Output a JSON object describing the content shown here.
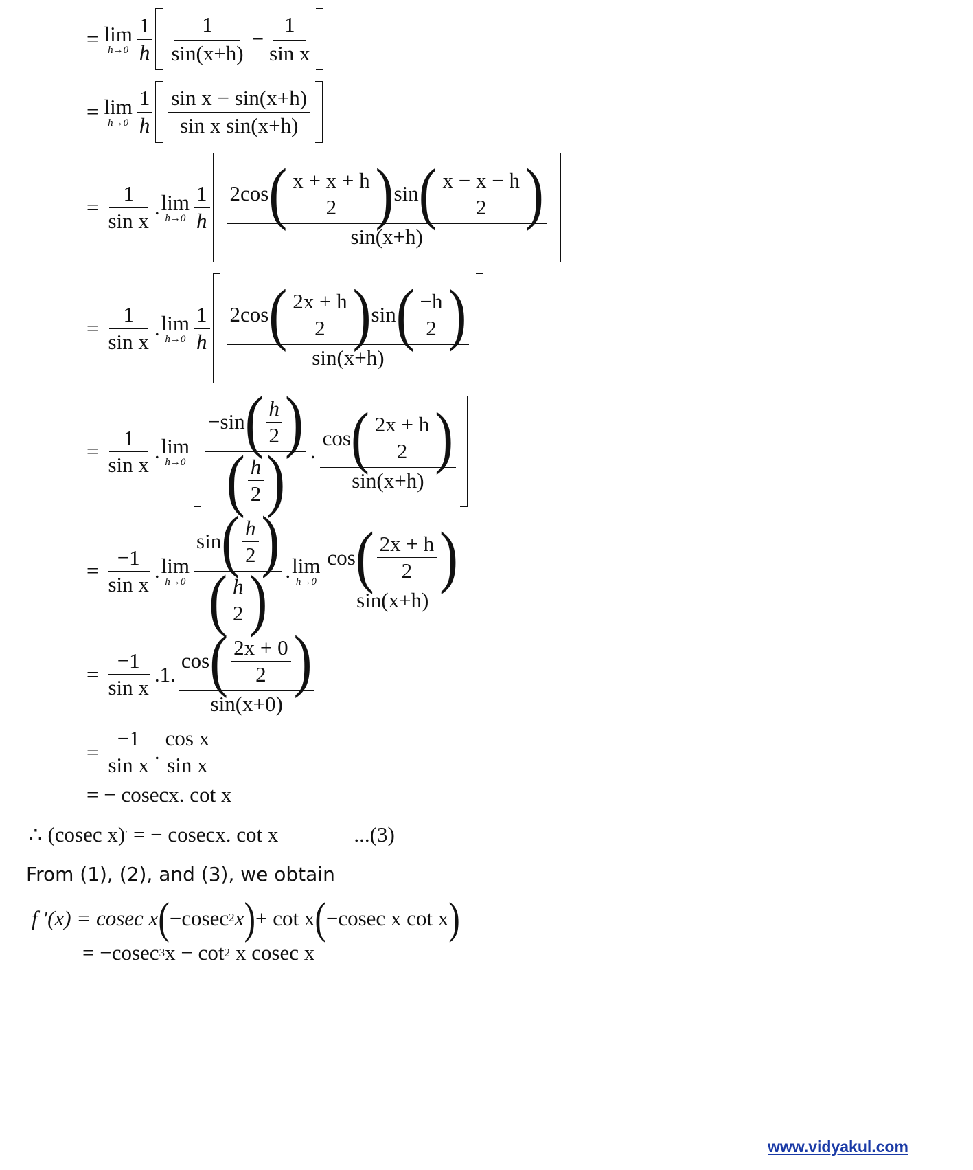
{
  "steps": {
    "s1": {
      "lim": "lim",
      "limsub": "h→0",
      "one": "1",
      "h": "h",
      "n1": "1",
      "d1": "sin(x+h)",
      "minus": "−",
      "n2": "1",
      "d2": "sin x"
    },
    "s2": {
      "lim": "lim",
      "limsub": "h→0",
      "one": "1",
      "h": "h",
      "num": "sin x − sin(x+h)",
      "den": "sin x sin(x+h)"
    },
    "s3": {
      "coef_n": "1",
      "coef_d": "sin x",
      "lim": "lim",
      "limsub": "h→0",
      "one": "1",
      "h": "h",
      "cos": "2cos",
      "a_n": "x + x + h",
      "a_d": "2",
      "sin": "sin",
      "b_n": "x − x − h",
      "b_d": "2",
      "den": "sin(x+h)"
    },
    "s4": {
      "coef_n": "1",
      "coef_d": "sin x",
      "lim": "lim",
      "limsub": "h→0",
      "one": "1",
      "h": "h",
      "cos": "2cos",
      "a_n": "2x + h",
      "a_d": "2",
      "sin": "sin",
      "b_n": "−h",
      "b_d": "2",
      "den": "sin(x+h)"
    },
    "s5": {
      "coef_n": "1",
      "coef_d": "sin x",
      "lim": "lim",
      "limsub": "h→0",
      "msin": "−sin",
      "hn": "h",
      "hd": "2",
      "cos": "cos",
      "cn": "2x + h",
      "cd": "2",
      "den": "sin(x+h)"
    },
    "s6": {
      "coef_n": "−1",
      "coef_d": "sin x",
      "lim": "lim",
      "limsub": "h→0",
      "sin": "sin",
      "hn": "h",
      "hd": "2",
      "cos": "cos",
      "cn": "2x + h",
      "cd": "2",
      "den": "sin(x+h)"
    },
    "s7": {
      "coef_n": "−1",
      "coef_d": "sin x",
      "one": "1",
      "cos": "cos",
      "cn": "2x + 0",
      "cd": "2",
      "den": "sin(x+0)"
    },
    "s8": {
      "a_n": "−1",
      "a_d": "sin x",
      "b_n": "cos x",
      "b_d": "sin x"
    },
    "s9": {
      "expr": "= − cosecx. cot x"
    },
    "s10": {
      "lhs": "∴ (cosec x)",
      "prime": "′",
      "rhs": "= − cosecx. cot x",
      "tag": "...(3)"
    },
    "s11": {
      "text": "From (1), (2), and (3), we obtain"
    },
    "s12": {
      "lhs": "f ′(x) = cosec x",
      "p1": "−cosec",
      "p1sup": "2",
      "p1x": "x",
      "plus": "+ cot x",
      "p2": "−cosec x cot x"
    },
    "s13": {
      "expr_a": "= −cosec",
      "sup3": "3",
      "expr_b": "x − cot",
      "sup2": "2",
      "expr_c": "x cosec x"
    }
  },
  "footer": {
    "link": "www.vidyakul.com"
  }
}
